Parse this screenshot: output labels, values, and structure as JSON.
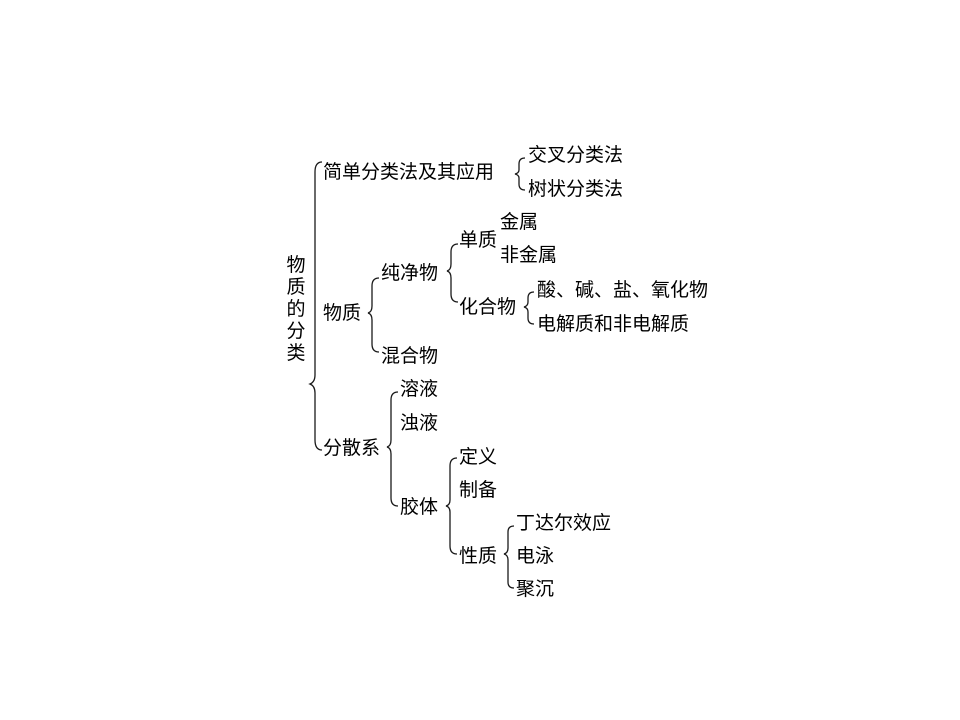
{
  "root": {
    "label": "物质的分类"
  },
  "level1": {
    "simple_classification": {
      "label": "简单分类法及其应用",
      "children": [
        "交叉分类法",
        "树状分类法"
      ]
    },
    "substance": {
      "label": "物质",
      "pure": {
        "label": "纯净物",
        "element": {
          "label": "单质",
          "children": [
            "金属",
            "非金属"
          ]
        },
        "compound": {
          "label": "化合物",
          "children": [
            "酸、碱、盐、氧化物",
            "电解质和非电解质"
          ]
        }
      },
      "mixture": {
        "label": "混合物"
      }
    },
    "dispersion": {
      "label": "分散系",
      "solution": {
        "label": "溶液"
      },
      "suspension": {
        "label": "浊液"
      },
      "colloid": {
        "label": "胶体",
        "definition": {
          "label": "定义"
        },
        "preparation": {
          "label": "制备"
        },
        "properties": {
          "label": "性质",
          "children": [
            "丁达尔效应",
            "电泳",
            "聚沉"
          ]
        }
      }
    }
  },
  "colors": {
    "line": "#1a1a1a",
    "text": "#000000",
    "background": "#ffffff"
  }
}
